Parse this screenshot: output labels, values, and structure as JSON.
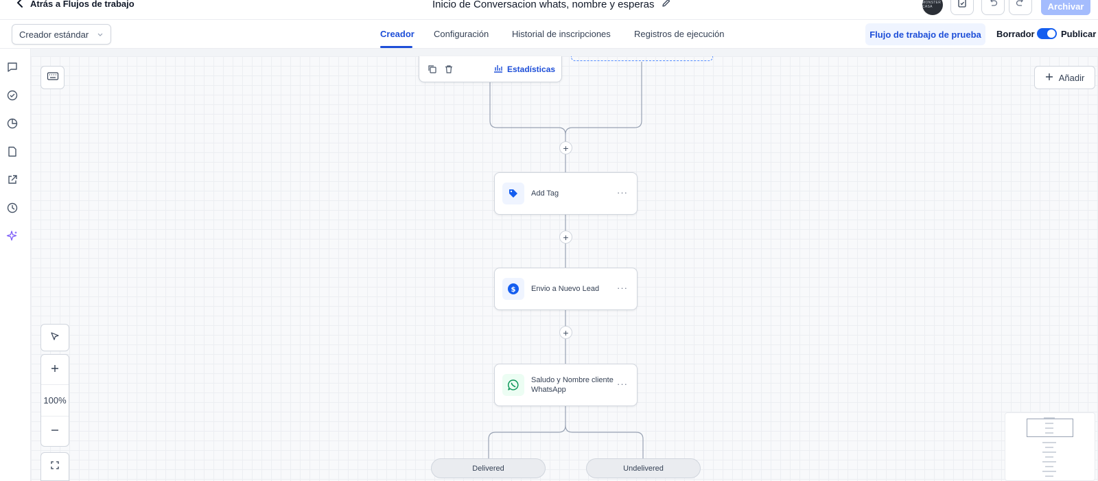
{
  "header": {
    "back_label": "Atrás a Flujos de trabajo",
    "workflow_title": "Inicio de Conversacion whats, nombre y esperas",
    "avatar_text": "MONSTER CASA",
    "archive_label": "Archivar"
  },
  "tabbar": {
    "builder_select_value": "Creador estándar",
    "tabs": [
      {
        "label": "Creador",
        "active": true
      },
      {
        "label": "Configuración",
        "active": false
      },
      {
        "label": "Historial de inscripciones",
        "active": false
      },
      {
        "label": "Registros de ejecución",
        "active": false
      }
    ],
    "test_workflow_label": "Flujo de trabajo de prueba",
    "draft_label": "Borrador",
    "publish_label": "Publicar"
  },
  "canvas": {
    "add_label": "Añadir",
    "zoom_level": "100%",
    "stats_label": "Estadísticas",
    "nodes": [
      {
        "label": "Add Tag",
        "icon": "tag-icon",
        "color": "#155eef"
      },
      {
        "label": "Envio a Nuevo Lead",
        "icon": "dollar-icon",
        "color": "#155eef"
      },
      {
        "label": "Saludo y Nombre cliente WhatsApp",
        "icon": "whatsapp-icon",
        "color": "#079455"
      }
    ],
    "branches": [
      {
        "label": "Delivered"
      },
      {
        "label": "Undelivered"
      }
    ]
  },
  "colors": {
    "accent": "#1d4ed8",
    "toggle_on": "#155eef",
    "archive_disabled": "#a4bcfd",
    "ai_icon": "#7a5af8"
  }
}
